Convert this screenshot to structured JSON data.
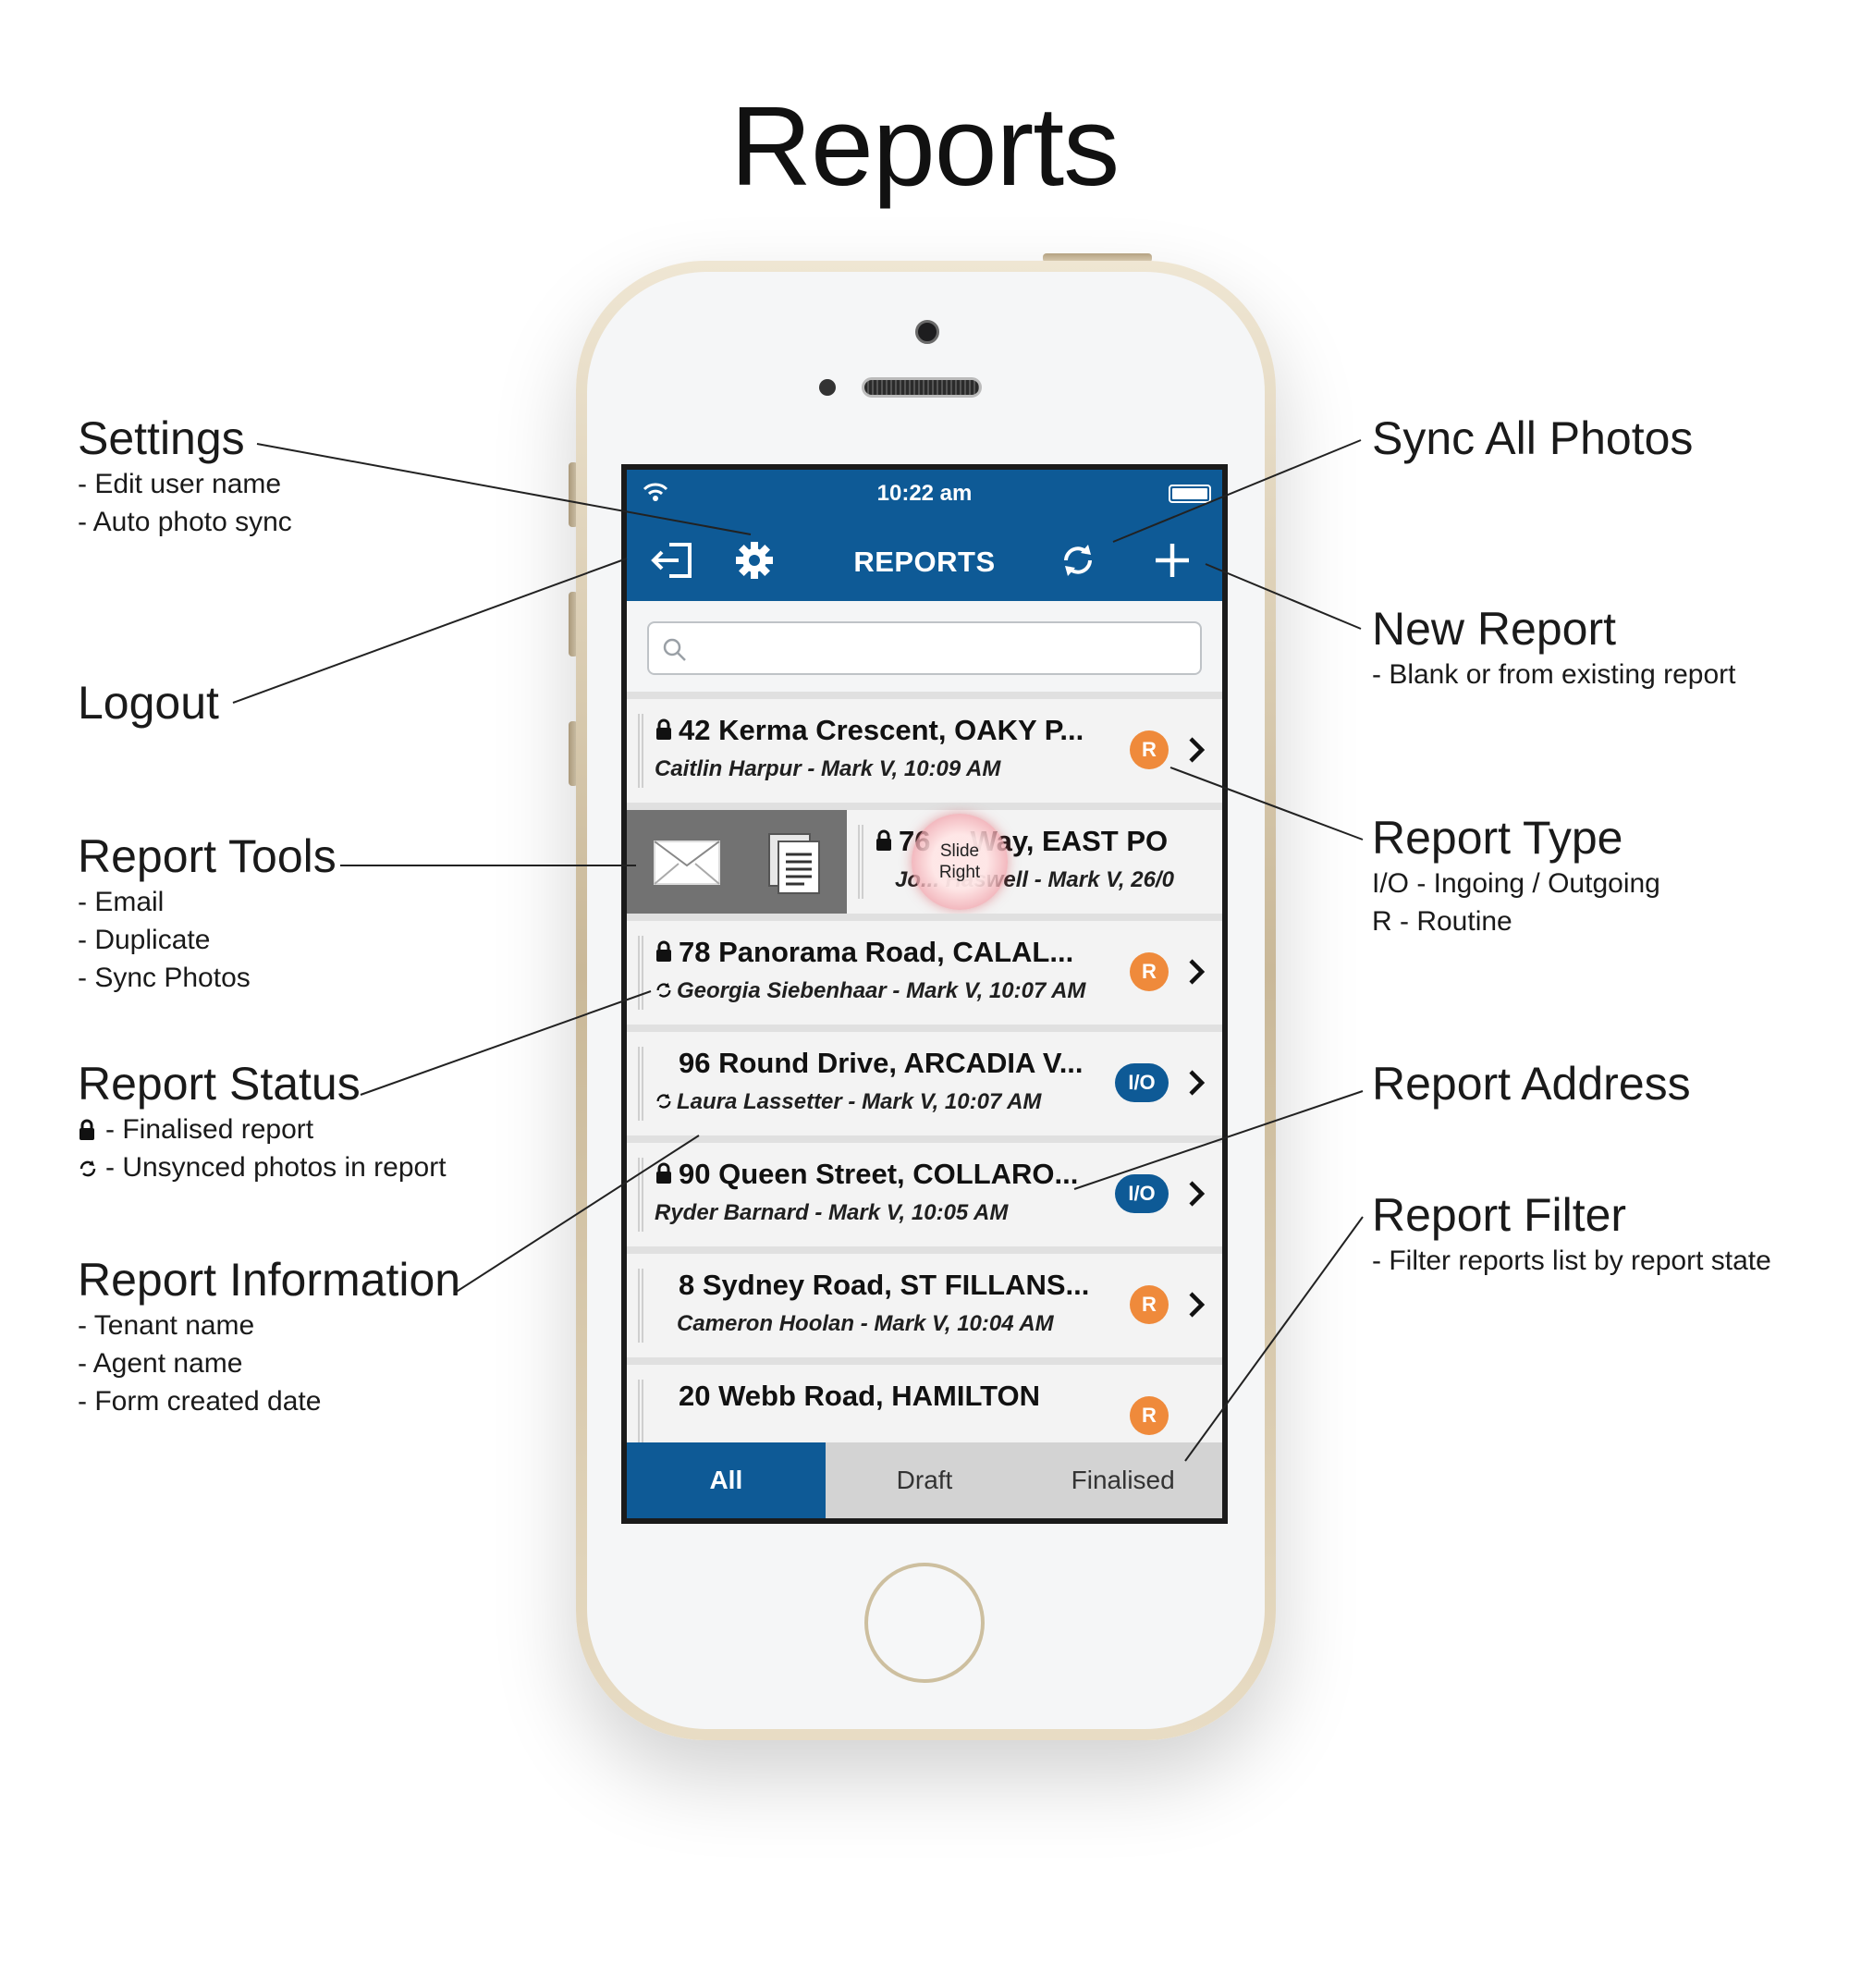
{
  "page_title": "Reports",
  "annotations": {
    "settings": {
      "heading": "Settings",
      "lines": [
        "- Edit user name",
        "- Auto photo sync"
      ]
    },
    "logout": {
      "heading": "Logout"
    },
    "report_tools": {
      "heading": "Report Tools",
      "lines": [
        "- Email",
        "- Duplicate",
        "- Sync Photos"
      ]
    },
    "report_status": {
      "heading": "Report Status",
      "lines": [
        "- Finalised report",
        "- Unsynced photos in report"
      ]
    },
    "report_information": {
      "heading": "Report Information",
      "lines": [
        "- Tenant name",
        "- Agent name",
        "- Form created date"
      ]
    },
    "sync_all_photos": {
      "heading": "Sync All Photos"
    },
    "new_report": {
      "heading": "New Report",
      "lines": [
        "- Blank or from existing report"
      ]
    },
    "report_type": {
      "heading": "Report Type",
      "lines": [
        "I/O - Ingoing / Outgoing",
        "R - Routine"
      ]
    },
    "report_address": {
      "heading": "Report Address"
    },
    "report_filter": {
      "heading": "Report Filter",
      "lines": [
        "- Filter reports list by report state"
      ]
    }
  },
  "app": {
    "status_time": "10:22 am",
    "nav_title": "REPORTS",
    "search_placeholder": "",
    "touch_hint": [
      "Slide",
      "Right"
    ],
    "reports": [
      {
        "address": "42 Kerma Crescent, OAKY P...",
        "info": "Caitlin Harpur - Mark V, 10:09 AM",
        "type": "R",
        "locked": true,
        "unsynced": false
      },
      {
        "address": "76 ... Way, EAST PO",
        "info": "Jo... Haswell - Mark V, 26/0",
        "type": "",
        "locked": true,
        "unsynced": false
      },
      {
        "address": "78 Panorama Road, CALAL...",
        "info": "Georgia Siebenhaar - Mark V, 10:07 AM",
        "type": "R",
        "locked": true,
        "unsynced": true
      },
      {
        "address": "96 Round Drive, ARCADIA V...",
        "info": "Laura Lassetter - Mark V, 10:07 AM",
        "type": "I/O",
        "locked": false,
        "unsynced": true
      },
      {
        "address": "90 Queen Street, COLLARO...",
        "info": "Ryder Barnard - Mark V, 10:05 AM",
        "type": "I/O",
        "locked": true,
        "unsynced": false
      },
      {
        "address": "8 Sydney Road, ST FILLANS...",
        "info": "Cameron Hoolan - Mark V, 10:04 AM",
        "type": "R",
        "locked": false,
        "unsynced": false
      },
      {
        "address": "20 Webb Road, HAMILTON",
        "info": "",
        "type": "R",
        "locked": false,
        "unsynced": false
      }
    ],
    "filter_tabs": [
      "All",
      "Draft",
      "Finalised"
    ],
    "active_filter": "All"
  },
  "colors": {
    "brand_blue": "#0e5a96",
    "routine_orange": "#ef8a3b"
  }
}
